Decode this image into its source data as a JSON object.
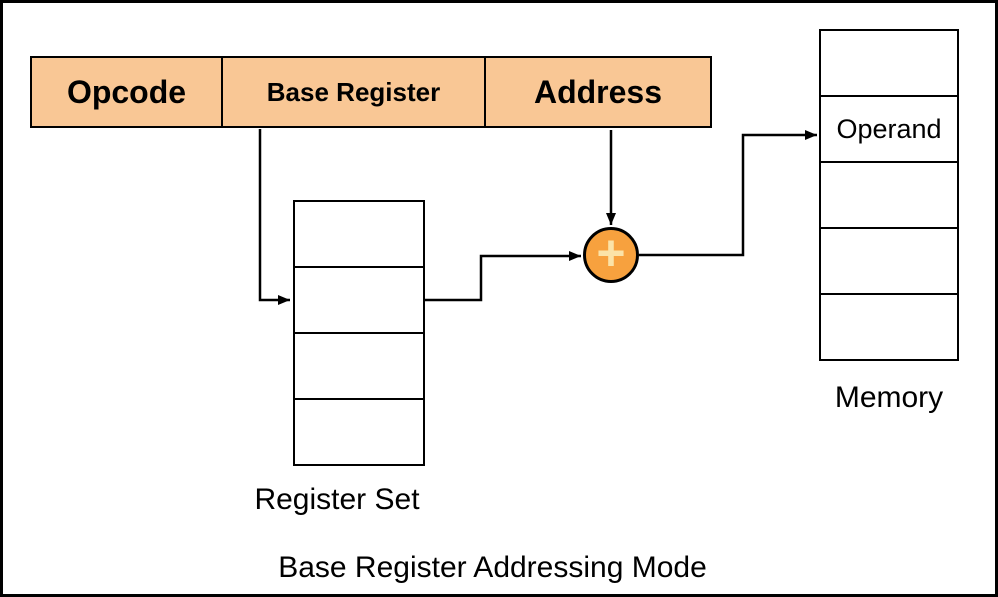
{
  "diagram": {
    "title": "Base Register Addressing Mode",
    "instruction": {
      "fields": [
        {
          "label": "Opcode"
        },
        {
          "label": "Base Register"
        },
        {
          "label": "Address"
        }
      ]
    },
    "register_set": {
      "label": "Register Set",
      "row_count": 4,
      "selected_row": 2
    },
    "memory": {
      "label": "Memory",
      "row_count": 5,
      "operand_row": 2,
      "operand_label": "Operand"
    },
    "adder": {
      "symbol": "+"
    },
    "colors": {
      "background": "#FFFFFF",
      "field_fill": "#F9C795",
      "adder_fill": "#F7A13E",
      "adder_symbol": "#FBE3A8",
      "line": "#000000"
    }
  }
}
